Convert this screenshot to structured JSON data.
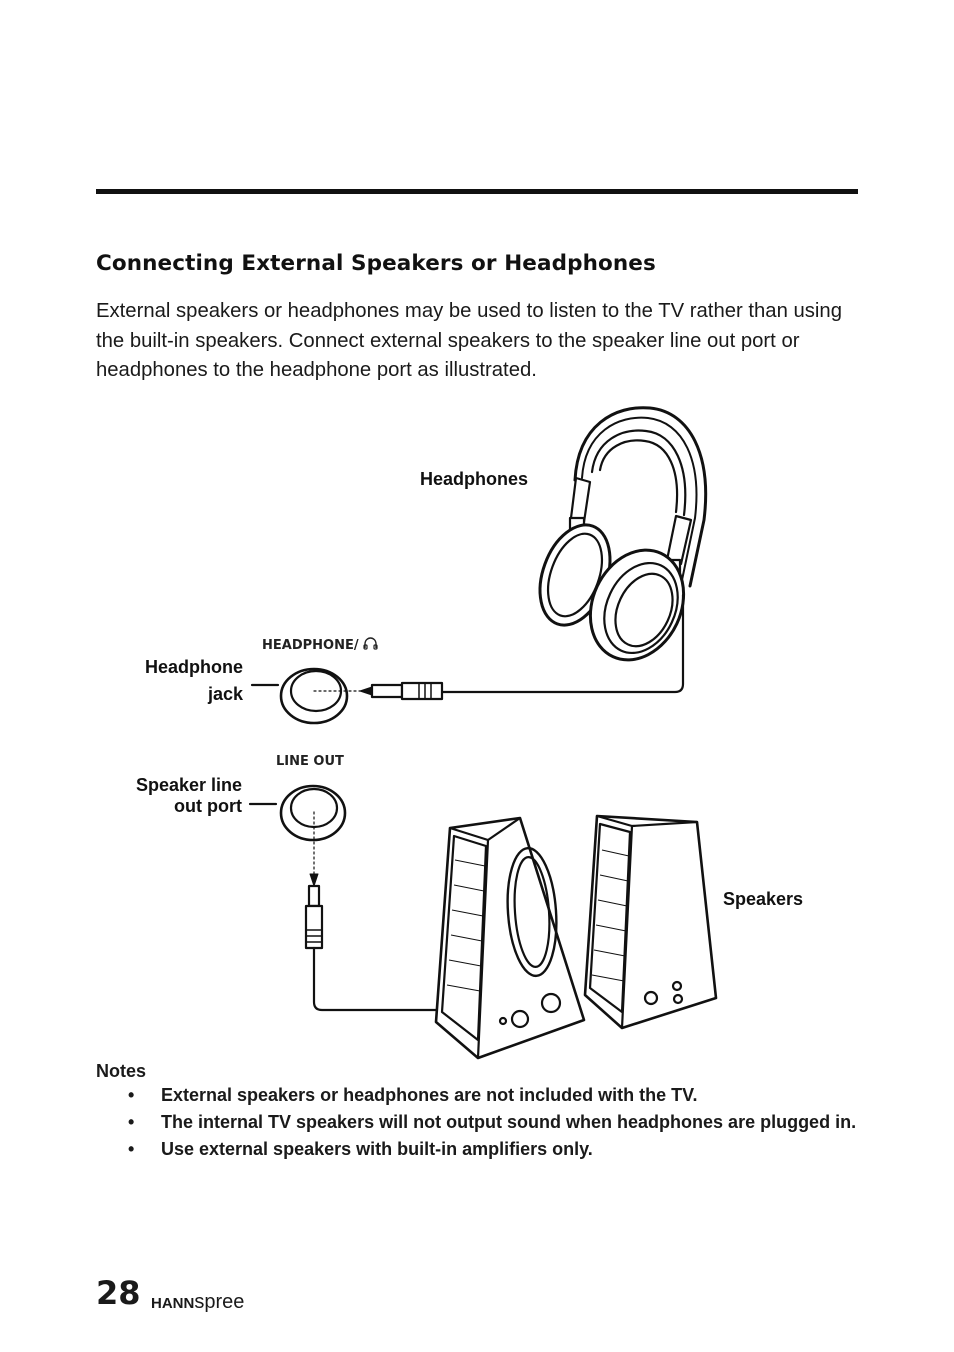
{
  "section": {
    "title": "Connecting External Speakers or Headphones",
    "intro": "External speakers or headphones may be used to listen to the TV rather than using the built-in speakers. Connect external speakers to the speaker line out port or headphones to the headphone port as illustrated."
  },
  "diagram": {
    "headphones_label": "Headphones",
    "headphone_jack_label_1": "Headphone",
    "headphone_jack_label_2": "jack",
    "headphone_port_label": "HEADPHONE/",
    "line_out_port_label": "LINE OUT",
    "speaker_port_label_1": "Speaker line",
    "speaker_port_label_2": "out port",
    "speakers_label": "Speakers",
    "headphone_icon": "headphone-icon"
  },
  "notes": {
    "heading": "Notes",
    "bullet": "•",
    "items": [
      "External speakers or headphones are not included with the TV.",
      "The internal TV speakers will not output sound when headphones are plugged in.",
      "Use external speakers with built-in amplifiers only."
    ]
  },
  "footer": {
    "page_number": "28",
    "brand_bold": "HANN",
    "brand_light": "spree"
  }
}
